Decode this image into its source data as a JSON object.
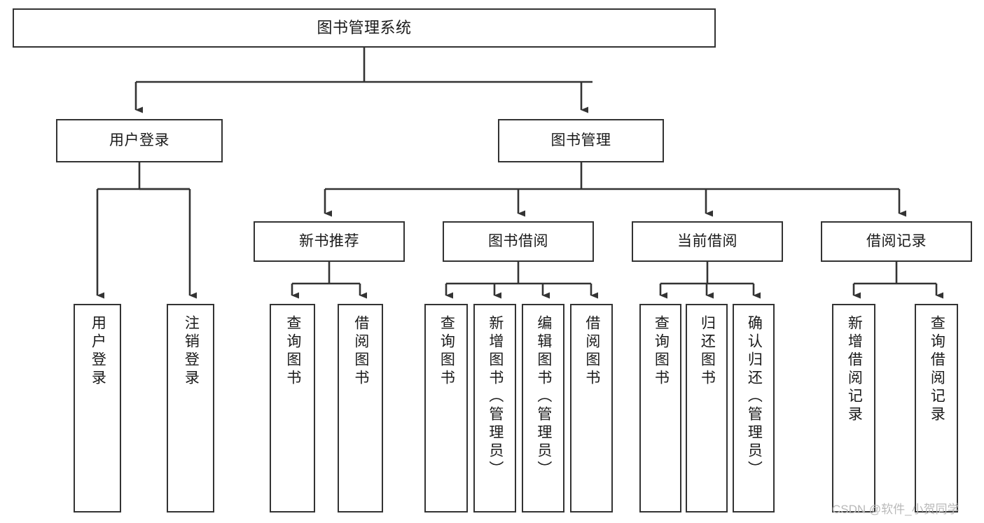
{
  "diagram": {
    "title": "图书管理系统",
    "type": "tree-hierarchy",
    "watermark": "CSDN @软件_小贺同学",
    "colors": {
      "stroke": "#333333",
      "fill": "#ffffff",
      "text": "#1a1a1a",
      "watermark": "#b9b9b9"
    },
    "levels": {
      "root": {
        "label": "图书管理系统"
      },
      "level2": [
        {
          "id": "user-login",
          "label": "用户登录"
        },
        {
          "id": "book-manage",
          "label": "图书管理"
        }
      ],
      "level3": [
        {
          "id": "new-book-recommend",
          "label": "新书推荐",
          "parent": "book-manage"
        },
        {
          "id": "book-borrow",
          "label": "图书借阅",
          "parent": "book-manage"
        },
        {
          "id": "current-borrow",
          "label": "当前借阅",
          "parent": "book-manage"
        },
        {
          "id": "borrow-record",
          "label": "借阅记录",
          "parent": "book-manage"
        }
      ],
      "leaves": [
        {
          "id": "leaf-user-login",
          "label": "用户登录",
          "parent": "user-login"
        },
        {
          "id": "leaf-logout-login",
          "label": "注销登录",
          "parent": "user-login"
        },
        {
          "id": "leaf-query-book-1",
          "label": "查询图书",
          "parent": "new-book-recommend"
        },
        {
          "id": "leaf-borrow-book-1",
          "label": "借阅图书",
          "parent": "new-book-recommend"
        },
        {
          "id": "leaf-query-book-2",
          "label": "查询图书",
          "parent": "book-borrow"
        },
        {
          "id": "leaf-add-book",
          "label": "新增图书（管理员）",
          "parent": "book-borrow"
        },
        {
          "id": "leaf-edit-book",
          "label": "编辑图书（管理员）",
          "parent": "book-borrow"
        },
        {
          "id": "leaf-borrow-book-2",
          "label": "借阅图书",
          "parent": "book-borrow"
        },
        {
          "id": "leaf-query-book-3",
          "label": "查询图书",
          "parent": "current-borrow"
        },
        {
          "id": "leaf-return-book",
          "label": "归还图书",
          "parent": "current-borrow"
        },
        {
          "id": "leaf-confirm-return",
          "label": "确认归还（管理员）",
          "parent": "current-borrow"
        },
        {
          "id": "leaf-add-record",
          "label": "新增借阅记录",
          "parent": "borrow-record"
        },
        {
          "id": "leaf-query-record",
          "label": "查询借阅记录",
          "parent": "borrow-record"
        }
      ]
    }
  }
}
